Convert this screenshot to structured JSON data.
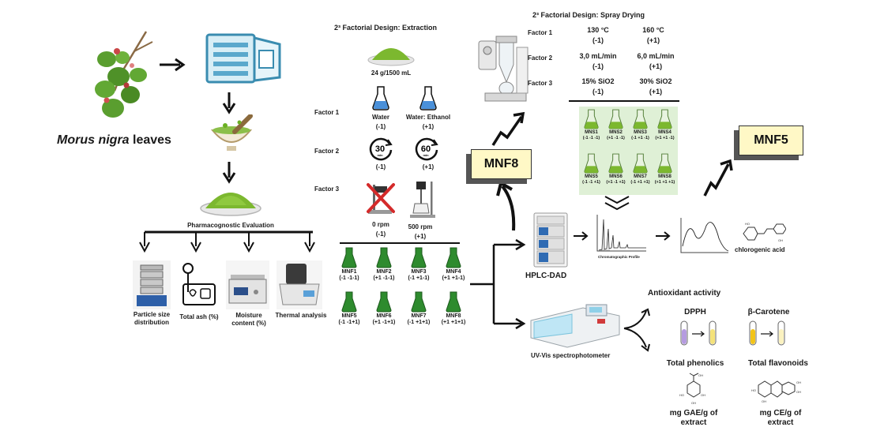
{
  "extraction": {
    "title": "2³ Factorial Design:  Extraction",
    "ratio": "24 g/1500 mL",
    "factor1_label": "Factor 1",
    "factor2_label": "Factor 2",
    "factor3_label": "Factor 3",
    "f1_low_name": "Water",
    "f1_low_code": "(-1)",
    "f1_high_name": "Water: Ethanol",
    "f1_high_code": "(+1)",
    "f2_low_value": "30",
    "f2_low_unit": "min",
    "f2_low_code": "(-1)",
    "f2_high_value": "60",
    "f2_high_unit": "min",
    "f2_high_code": "(+1)",
    "f3_low_name": "0 rpm",
    "f3_low_code": "(-1)",
    "f3_high_name": "500 rpm",
    "f3_high_code": "(+1)",
    "flasks": [
      {
        "name": "MNF1",
        "code": "(-1 -1-1)"
      },
      {
        "name": "MNF2",
        "code": "(+1 -1-1)"
      },
      {
        "name": "MNF3",
        "code": "(-1 +1-1)"
      },
      {
        "name": "MNF4",
        "code": "(+1 +1-1)"
      },
      {
        "name": "MNF5",
        "code": "(-1 -1+1)"
      },
      {
        "name": "MNF6",
        "code": "(+1 -1+1)"
      },
      {
        "name": "MNF7",
        "code": "(-1 +1+1)"
      },
      {
        "name": "MNF8",
        "code": "(+1 +1+1)"
      }
    ]
  },
  "spray": {
    "title": "2³ Factorial Design: Spray Drying",
    "factor1_label": "Factor 1",
    "factor2_label": "Factor 2",
    "factor3_label": "Factor 3",
    "f1_low": "130 °C",
    "f1_low_code": "(-1)",
    "f1_high": "160 °C",
    "f1_high_code": "(+1)",
    "f2_low": "3,0 mL/min",
    "f2_low_code": "(-1)",
    "f2_high": "6,0 mL/min",
    "f2_high_code": "(+1)",
    "f3_low": "15% SiO2",
    "f3_low_code": "(-1)",
    "f3_high": "30% SiO2",
    "f3_high_code": "(+1)",
    "flasks": [
      {
        "name": "MNS1",
        "code": "(-1 -1 -1)"
      },
      {
        "name": "MNS2",
        "code": "(+1 -1 -1)"
      },
      {
        "name": "MNS3",
        "code": "(-1 +1 -1)"
      },
      {
        "name": "MNS4",
        "code": "(+1 +1 -1)"
      },
      {
        "name": "MNS5",
        "code": "(-1 -1 +1)"
      },
      {
        "name": "MNS6",
        "code": "(+1 -1 +1)"
      },
      {
        "name": "MNS7",
        "code": "(-1 +1 +1)"
      },
      {
        "name": "MNS8",
        "code": "(+1 +1 +1)"
      }
    ]
  },
  "left": {
    "species": "Morus nigra",
    "leaves": " leaves",
    "pharmaco_title": "Pharmacognostic Evaluation",
    "tests": [
      "Particle size distribution",
      "Total ash (%)",
      "Moisture content (%)",
      "Thermal analysis"
    ]
  },
  "boxes": {
    "mnf8": "MNF8",
    "mnf5": "MNF5"
  },
  "analysis": {
    "hplc": "HPLC-DAD",
    "chromatographic": "Chromatographic Profile",
    "chlorogenic": "chlorogenic acid",
    "uvvis": "UV-Vis spectrophotometer",
    "antioxidant": "Antioxidant activity",
    "dpph": "DPPH",
    "carotene": "β-Carotene",
    "phenolics": "Total phenolics",
    "flavonoids": "Total flavonoids",
    "gae": "mg GAE/g of extract",
    "ce": "mg CE/g of extract"
  },
  "colors": {
    "leaf_green": "#6ab023",
    "flask_green": "#2e8b2e",
    "flask_blue": "#4a90d9",
    "box_fill": "#fff8c6"
  }
}
